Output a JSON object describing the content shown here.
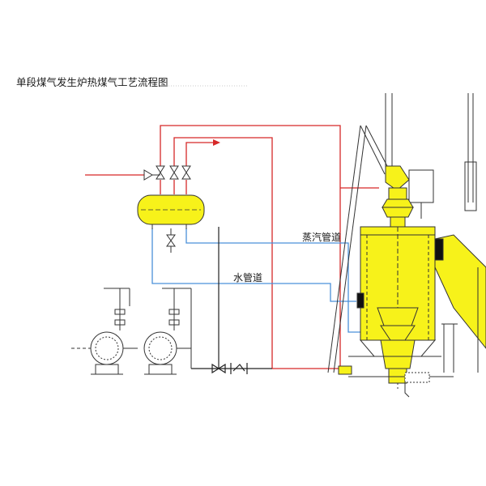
{
  "title": "单段煤气发生炉热煤气工艺流程图",
  "labels": {
    "steam_pipe": "蒸汽管道",
    "water_pipe": "水管道"
  },
  "colors": {
    "steam_line": "#d62828",
    "water_line": "#4a90d9",
    "equipment_fill": "#f7f21a",
    "outline": "#333333"
  }
}
